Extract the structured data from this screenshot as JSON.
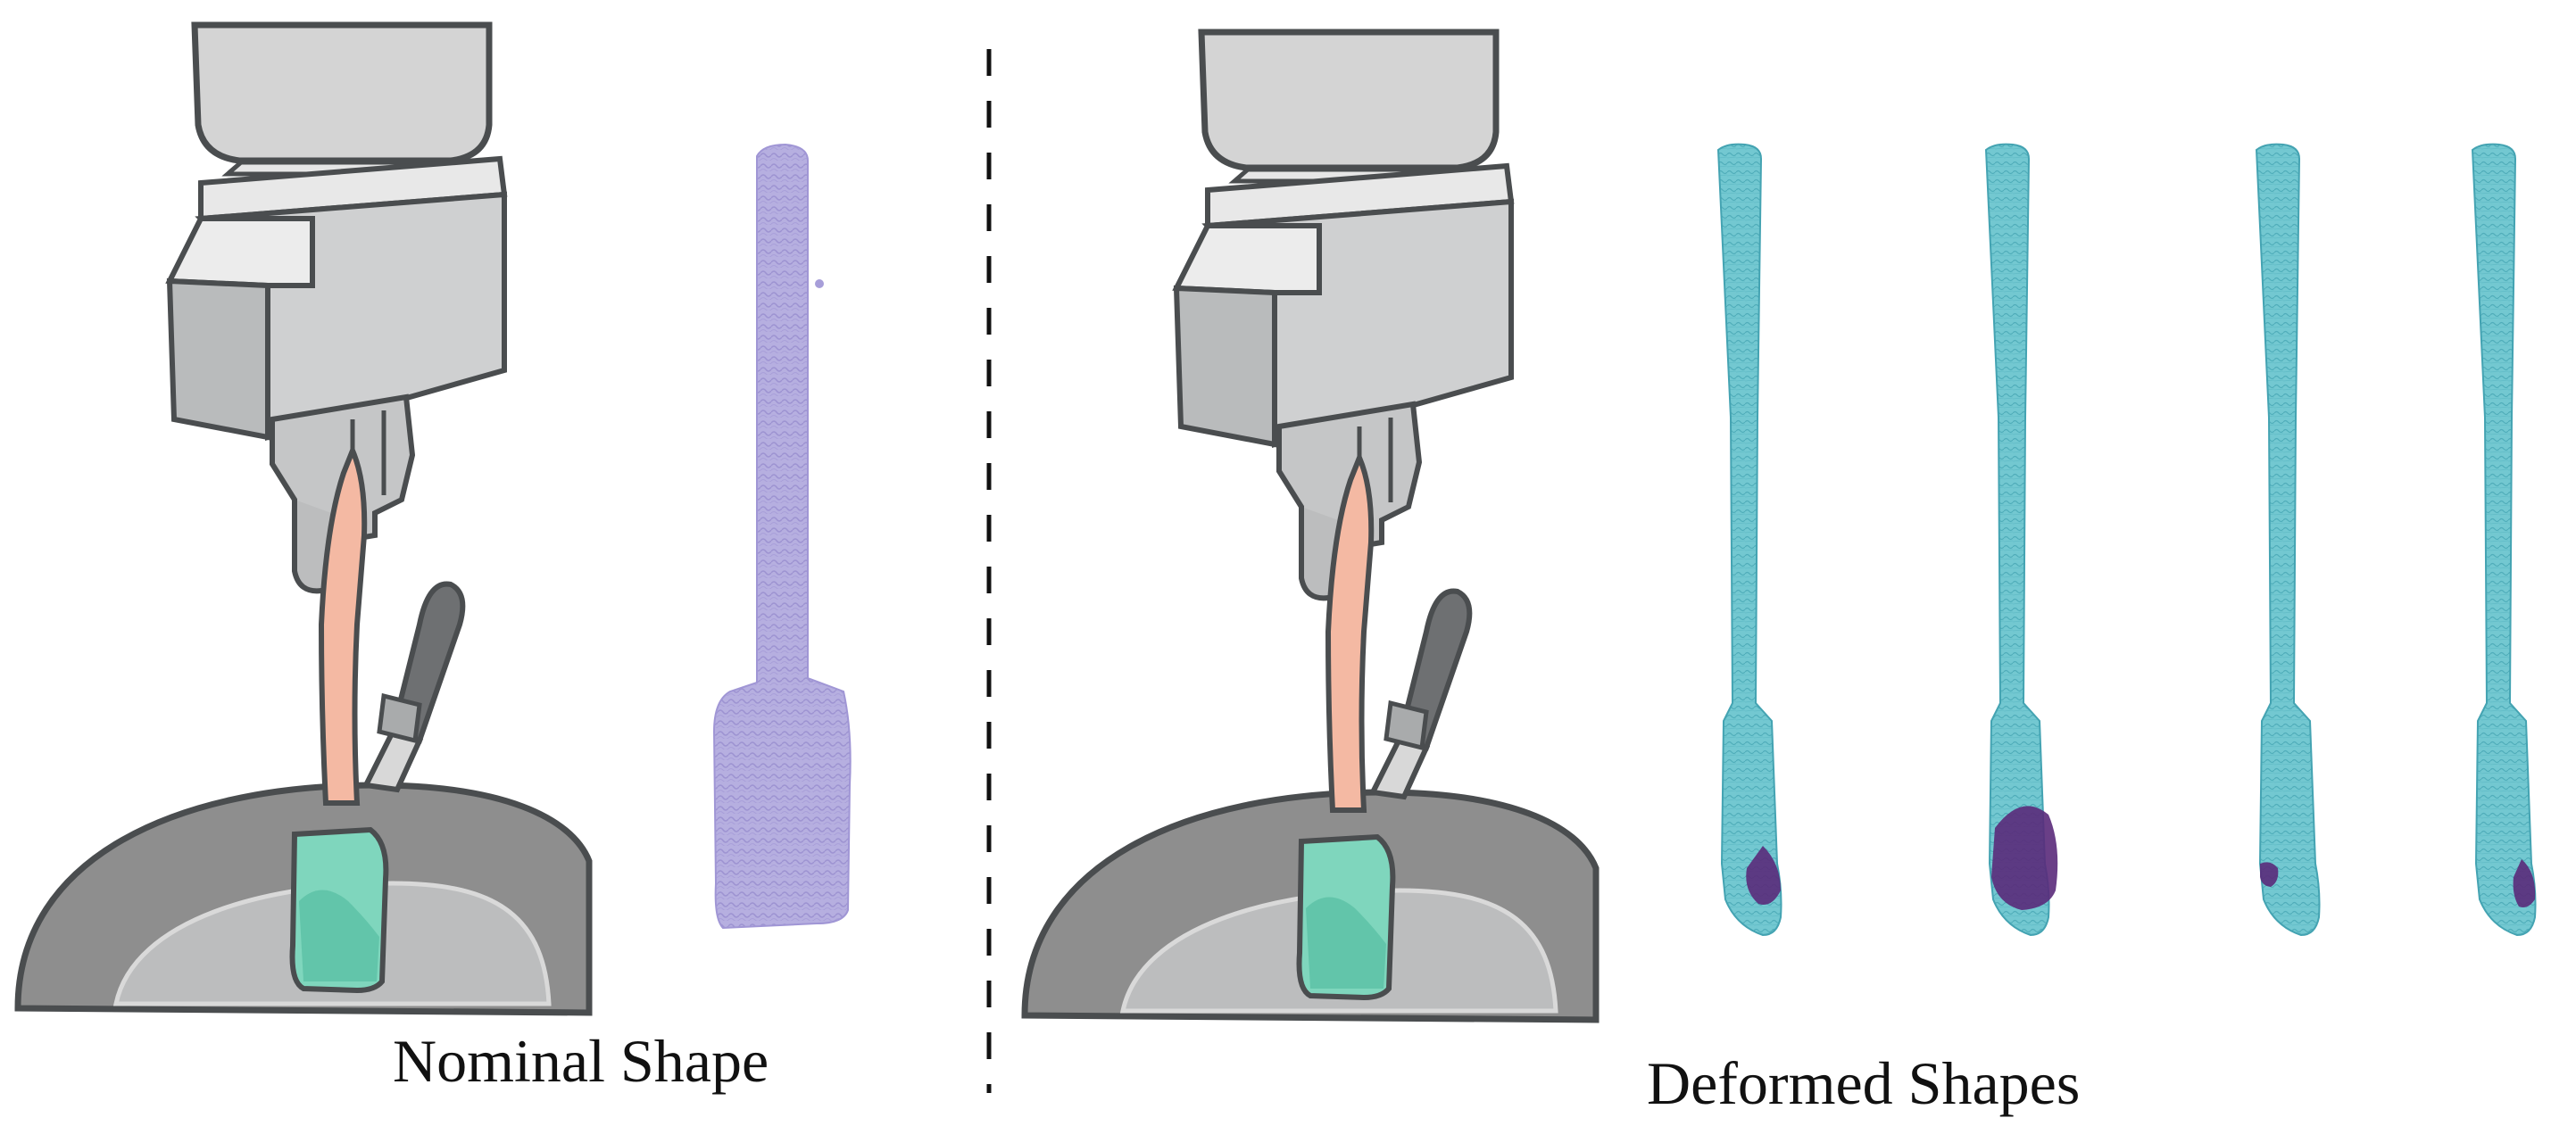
{
  "captions": {
    "left": "Nominal Shape",
    "right": "Deformed Shapes"
  },
  "colors": {
    "gripper_light": "#d6d6d6",
    "gripper_mid": "#bdbfc0",
    "outline": "#4a4d4f",
    "pan_dark": "#8d8d8d",
    "pan_inner": "#bcbcbc",
    "spatula_handle": "#f4b9a3",
    "spatula_head": "#7fd6bd",
    "spatula_head_dark": "#5fc3a7",
    "nominal_pointcloud": "#a79ed9",
    "deformed_pointcloud": "#4fb6c2",
    "contact_region": "#5a2a7a"
  },
  "icons": {
    "left_scene": "robot-gripper-holding-spatula-over-pan",
    "right_scene": "robot-gripper-holding-spatula-over-pan"
  },
  "deformed_contact_sizes": [
    "small",
    "large",
    "tiny",
    "small"
  ]
}
